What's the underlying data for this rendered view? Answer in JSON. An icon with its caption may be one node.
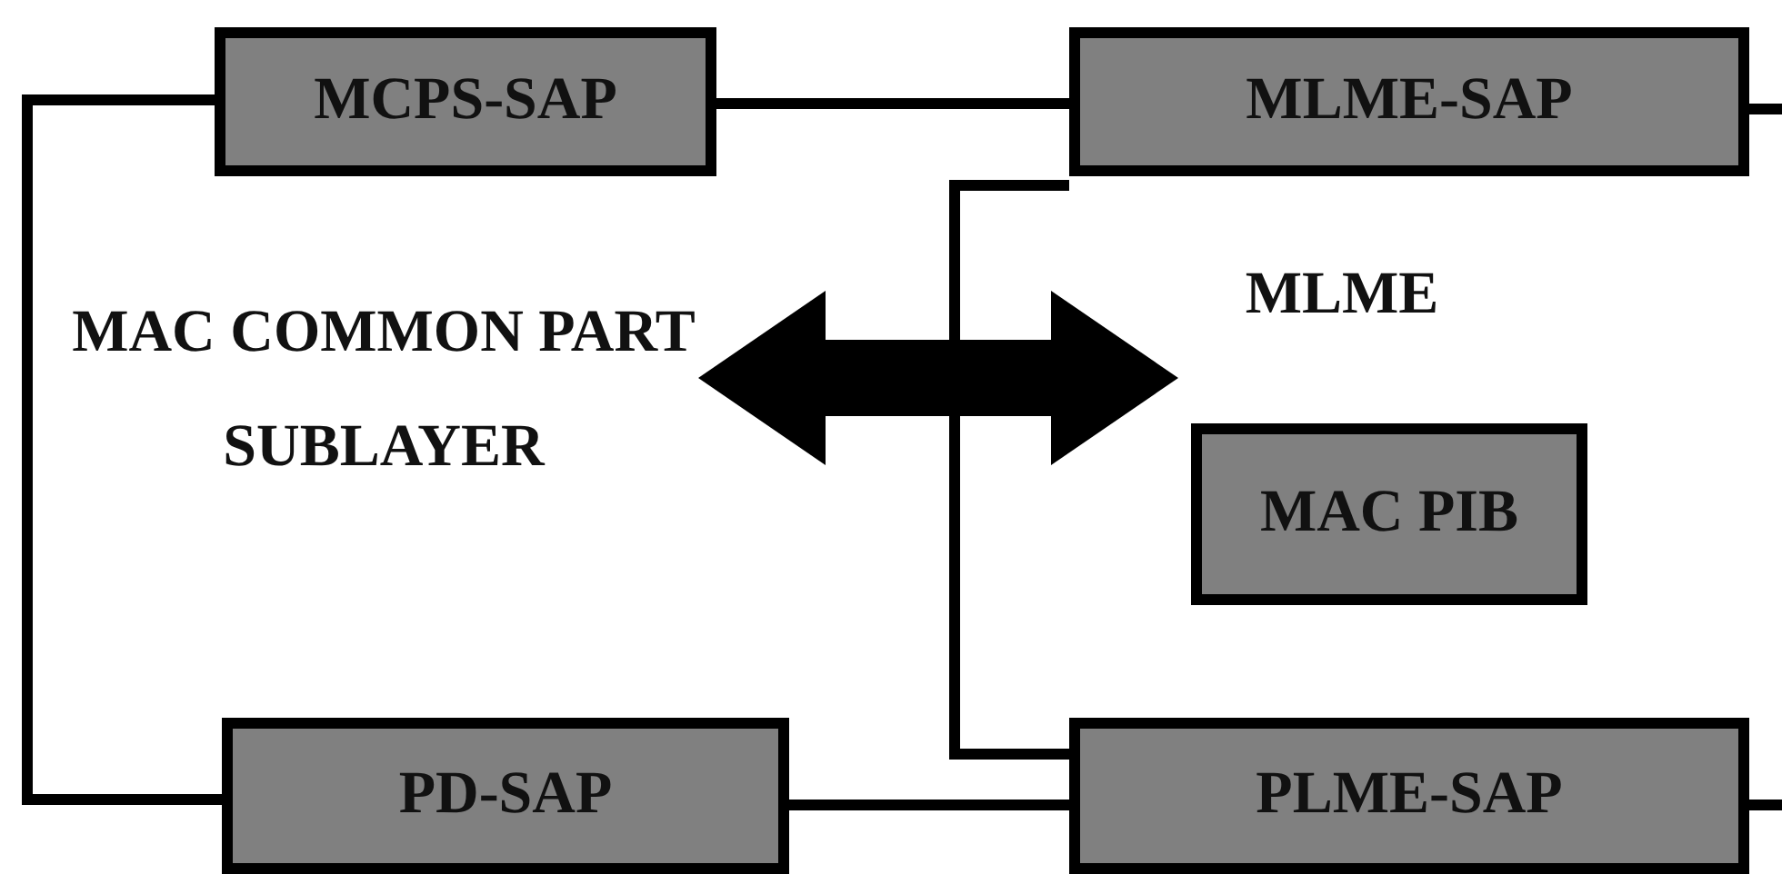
{
  "diagram": {
    "nodes": [
      {
        "text": [
          "MCPS-SAP"
        ]
      },
      {
        "text": [
          "MLME-SAP"
        ]
      },
      {
        "text": [
          "MAC COMMON PART SUBLAYER"
        ]
      },
      {
        "text": [
          "MLME"
        ]
      },
      {
        "text": [
          "MAC PIB"
        ]
      },
      {
        "text": [
          "PD-SAP"
        ]
      },
      {
        "text": [
          "PLME-SAP"
        ]
      }
    ],
    "edges": [
      {
        "from": 0,
        "to": 1,
        "arrow": "none"
      },
      {
        "from": 0,
        "to": 5,
        "arrow": "none"
      },
      {
        "from": 5,
        "to": 6,
        "arrow": "none"
      },
      {
        "from": 1,
        "to": 6,
        "arrow": "none"
      },
      {
        "from": 1,
        "to": null,
        "arrow": "none"
      },
      {
        "from": 6,
        "to": null,
        "arrow": "none"
      },
      {
        "from": 2,
        "to": 3,
        "arrow": "both",
        "style": "thick"
      }
    ]
  }
}
